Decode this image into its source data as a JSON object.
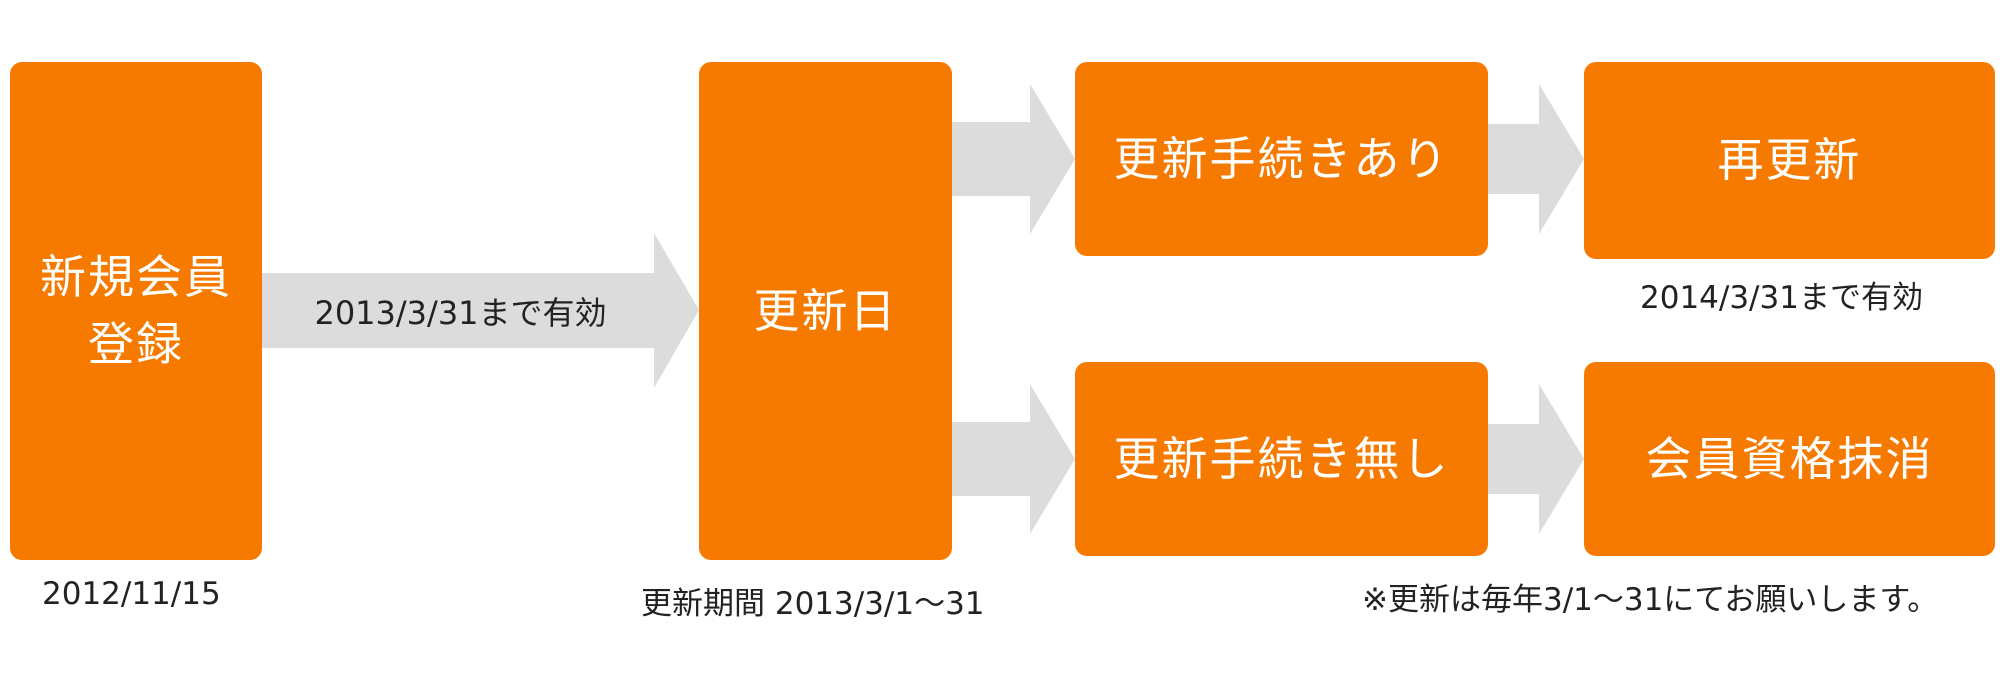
{
  "colors": {
    "box_fill": "#f77a00",
    "arrow_fill": "#dcdcdc",
    "box_text": "#ffffff",
    "caption_text": "#222222"
  },
  "nodes": {
    "registration": "新規会員\n登録",
    "renewal_date": "更新日",
    "renewal_with_procedure": "更新手続きあり",
    "re_renewal": "再更新",
    "renewal_without_procedure": "更新手続き無し",
    "membership_cancelled": "会員資格抹消"
  },
  "edges": {
    "registration_to_renewal_label": "2013/3/31まで有効"
  },
  "captions": {
    "registration_date": "2012/11/15",
    "renewal_period": "更新期間 2013/3/1〜31",
    "re_renewal_validity": "2014/3/31まで有効",
    "renewal_note": "※更新は毎年3/1〜31にてお願いします。"
  }
}
